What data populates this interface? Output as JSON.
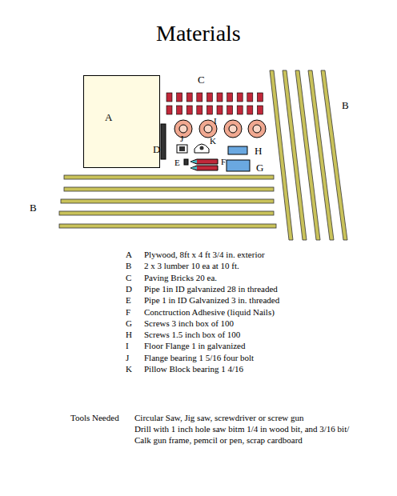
{
  "diagram": {
    "title": "Materials",
    "nodes": [
      {
        "text": [
          "A"
        ]
      }
    ],
    "labels": [
      "C",
      "B",
      "I",
      "J",
      "K",
      "D",
      "H",
      "E",
      "F",
      "G",
      "B",
      "A",
      "Plywood, 8ft x 4 ft  3/4 in. exterior",
      "B",
      "2 x 3 lumber 10 ea at 10 ft.",
      "C",
      "Paving Bricks 20 ea.",
      "D",
      "Pipe 1in ID galvanized 28 in threaded",
      "E",
      "Pipe 1 in ID Galvanized 3 in. threaded",
      "F",
      "Conctruction Adhesive (liquid Nails)",
      "G",
      "Screws  3 inch box of 100",
      "H",
      "Screws 1.5 inch box of 100",
      "I",
      "Floor Flange 1 in galvanized",
      "J",
      "Flange bearing 1 5/16 four bolt",
      "K",
      "Pillow Block bearing 1 4/16",
      "Tools Needed",
      "Circular Saw, Jig saw,  screwdriver or screw gun",
      "Drill with 1 inch hole saw bitm 1/4 in wood bit, and 3/16 bit/",
      "Calk gun frame, pemcil or pen, scrap cardboard"
    ]
  }
}
